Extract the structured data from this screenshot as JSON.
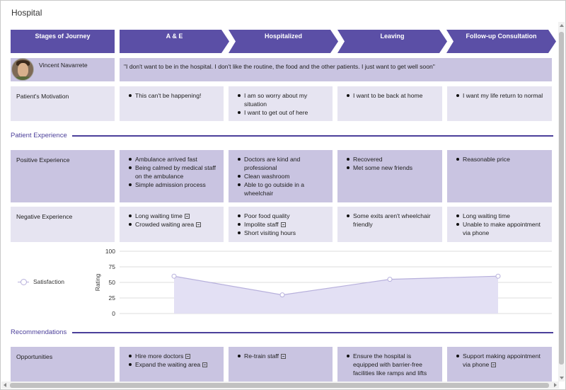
{
  "window": {
    "title": "Hospital"
  },
  "stages": {
    "header_label": "Stages of Journey",
    "items": [
      "A & E",
      "Hospitalized",
      "Leaving",
      "Follow-up Consultation"
    ]
  },
  "persona": {
    "name": "Vincent Navarrete",
    "quote": "\"I don't want to be in the hospital. I don't like the routine, the food and the other patients. I just want to get well soon\""
  },
  "motivation": {
    "label": "Patient's Motivation",
    "cells": [
      [
        "This can't be happening!"
      ],
      [
        "I am so worry about my situation",
        "I want to get out of here"
      ],
      [
        "I want to be back at home"
      ],
      [
        "I want my life return to normal"
      ]
    ]
  },
  "patient_experience": {
    "section_title": "Patient Experience",
    "positive_label": "Positive Experience",
    "positive": [
      [
        "Ambulance arrived fast",
        "Being calmed by medical staff on the ambulance",
        "Simple admission process"
      ],
      [
        "Doctors are kind and professional",
        "Clean washroom",
        "Able to go outside in a wheelchair"
      ],
      [
        "Recovered",
        "Met some new friends"
      ],
      [
        "Reasonable price"
      ]
    ],
    "negative_label": "Negative Experience",
    "negative": [
      [
        "Long waiting time",
        "Crowded waiting area"
      ],
      [
        "Poor food quality",
        "Impolite staff",
        "Short visiting hours"
      ],
      [
        "Some exits aren't wheelchair friendly"
      ],
      [
        "Long waiting time",
        "Unable to make appointment via phone"
      ]
    ]
  },
  "chart_data": {
    "type": "area",
    "categories": [
      "A & E",
      "Hospitalized",
      "Leaving",
      "Follow-up Consultation"
    ],
    "series": [
      {
        "name": "Satisfaction",
        "values": [
          60,
          30,
          55,
          60
        ]
      }
    ],
    "ylabel": "Rating",
    "ylim": [
      0,
      100
    ],
    "yticks": [
      "100",
      "75",
      "50",
      "25",
      "0"
    ],
    "color": "#b7b0dc",
    "fill": "#e3e0f4"
  },
  "recommendations": {
    "section_title": "Recommendations",
    "label": "Opportunities",
    "cells": [
      [
        "Hire more doctors",
        "Expand the waiting area"
      ],
      [
        "Re-train staff"
      ],
      [
        "Ensure the hospital is equipped with barrier-free facilities like ramps and lifts"
      ],
      [
        "Support making appointment via phone"
      ]
    ]
  },
  "notes": {
    "negative": [
      [
        true,
        true
      ],
      [
        false,
        true,
        false
      ],
      [
        false
      ],
      [
        false,
        false
      ]
    ],
    "opportunities": [
      [
        true,
        true
      ],
      [
        true
      ],
      [
        false
      ],
      [
        true
      ]
    ]
  },
  "colors": {
    "accent": "#5b4fa6",
    "light": "#e6e4f1",
    "mid": "#c9c4e1"
  }
}
